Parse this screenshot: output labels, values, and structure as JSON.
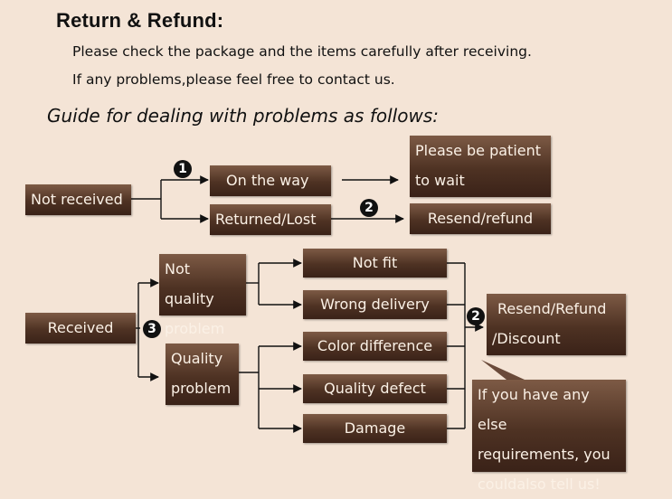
{
  "title": "Return & Refund:",
  "intro_line1": "Please check the package and the items carefully after receiving.",
  "intro_line2": "If any problems,please feel free to contact us.",
  "guide": "Guide for dealing with problems as follows:",
  "markers": {
    "one": "1",
    "two": "2",
    "three": "3"
  },
  "boxes": {
    "not_received": "Not received",
    "on_the_way": "On the way",
    "returned_lost": "Returned/Lost",
    "patient_1": "Please be patient",
    "patient_2": "to wait",
    "resend_refund": "Resend/refund",
    "received": "Received",
    "not_quality_1": "Not quality",
    "not_quality_2": "problem",
    "quality_1": "Quality",
    "quality_2": "problem",
    "not_fit": "Not fit",
    "wrong_delivery": "Wrong delivery",
    "color_difference": "Color difference",
    "quality_defect": "Quality defect",
    "damage": "Damage",
    "resend_refund_discount_1": "Resend/Refund",
    "resend_refund_discount_2": "/Discount",
    "else_1": "If you have any else",
    "else_2": "requirements, you",
    "else_3": "couldalso tell us!"
  }
}
